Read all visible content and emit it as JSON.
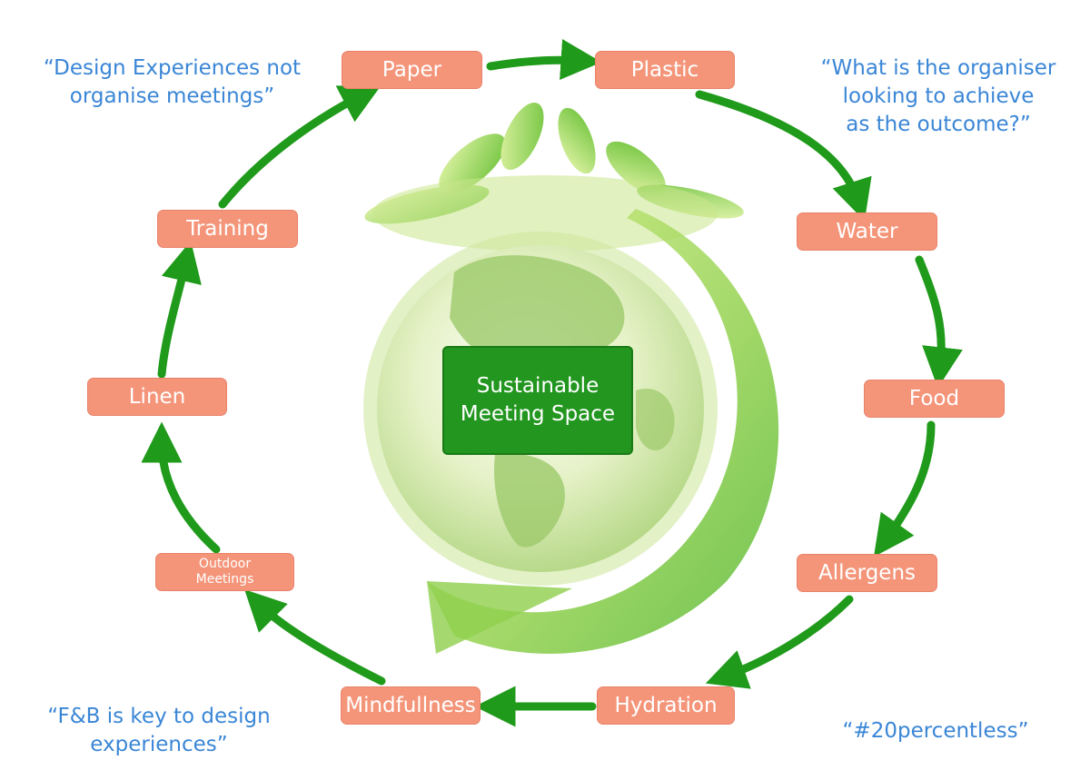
{
  "center": {
    "line1": "Sustainable",
    "line2": "Meeting Space"
  },
  "nodes": {
    "paper": "Paper",
    "plastic": "Plastic",
    "water": "Water",
    "food": "Food",
    "allergens": "Allergens",
    "hydration": "Hydration",
    "mindfullness": "Mindfullness",
    "outdoor_line1": "Outdoor",
    "outdoor_line2": "Meetings",
    "linen": "Linen",
    "training": "Training"
  },
  "quotes": {
    "top_left": [
      "“Design Experiences not",
      "organise meetings”"
    ],
    "top_right": [
      "“What is the organiser",
      "looking to achieve",
      "as the outcome?”"
    ],
    "bottom_left": [
      "“F&B is key to design",
      "experiences”"
    ],
    "bottom_right": [
      "“#20percentless”"
    ]
  },
  "colors": {
    "node_fill": "#f4957a",
    "arrow_green": "#1f9a1a",
    "center_fill": "#22961f",
    "quote_blue": "#3a86d6"
  },
  "icons": [
    "green-globe-icon",
    "leaves-icon",
    "swirl-arrow-icon"
  ]
}
